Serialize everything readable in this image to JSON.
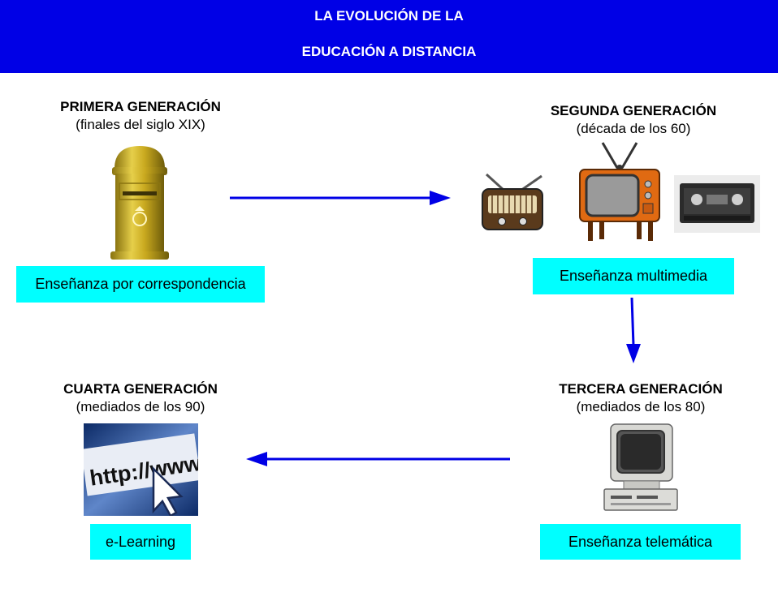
{
  "header": {
    "line1": "LA EVOLUCIÓN DE LA",
    "line2": "EDUCACIÓN A DISTANCIA"
  },
  "generations": [
    {
      "title": "PRIMERA GENERACIÓN",
      "period": "(finales del siglo XIX)",
      "label": "Enseñanza por correspondencia",
      "icons": [
        "mailbox-icon"
      ]
    },
    {
      "title": "SEGUNDA GENERACIÓN",
      "period": "(década de los 60)",
      "label": "Enseñanza multimedia",
      "icons": [
        "radio-icon",
        "television-icon",
        "vhs-cassette-icon"
      ]
    },
    {
      "title": "TERCERA GENERACIÓN",
      "period": "(mediados de los 80)",
      "label": "Enseñanza telemática",
      "icons": [
        "computer-icon"
      ]
    },
    {
      "title": "CUARTA GENERACIÓN",
      "period": "(mediados de los 90)",
      "label": "e-Learning",
      "icons": [
        "http-cursor-icon"
      ]
    }
  ],
  "http_image_text": "http://www",
  "colors": {
    "header_bg": "#0000e6",
    "label_bg": "#00ffff",
    "arrow": "#0000e6"
  }
}
